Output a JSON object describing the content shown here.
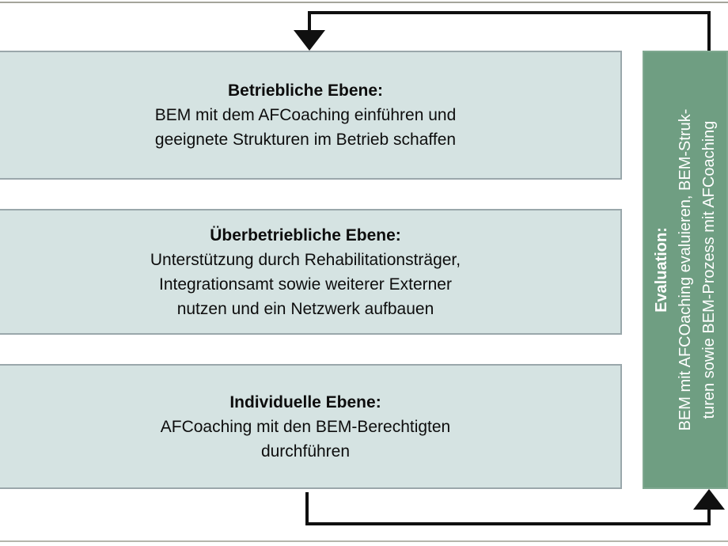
{
  "diagram": {
    "accent_green": "#6F9E82",
    "box_fill": "#D5E3E2",
    "box_border": "#9AA7AB",
    "connector_color": "#101010",
    "levels": [
      {
        "id": "betriebliche-ebene",
        "title": "Betriebliche Ebene:",
        "lines": [
          "BEM mit dem AFCoaching einführen und",
          "geeignete Strukturen im Betrieb schaffen"
        ]
      },
      {
        "id": "ueberbetriebliche-ebene",
        "title": "Überbetriebliche Ebene:",
        "lines": [
          "Unterstützung durch Rehabilitationsträger,",
          "Integrationsamt sowie weiterer Externer",
          "nutzen und ein Netzwerk aufbauen"
        ]
      },
      {
        "id": "individuelle-ebene",
        "title": "Individuelle Ebene:",
        "lines": [
          "AFCoaching mit den BEM-Berechtigten",
          "durchführen"
        ]
      }
    ],
    "evaluation": {
      "title": "Evaluation:",
      "lines": [
        "BEM mit AFCOaching evaluieren, BEM-Struk-",
        "turen sowie BEM-Prozess mit AFCoaching"
      ]
    }
  }
}
